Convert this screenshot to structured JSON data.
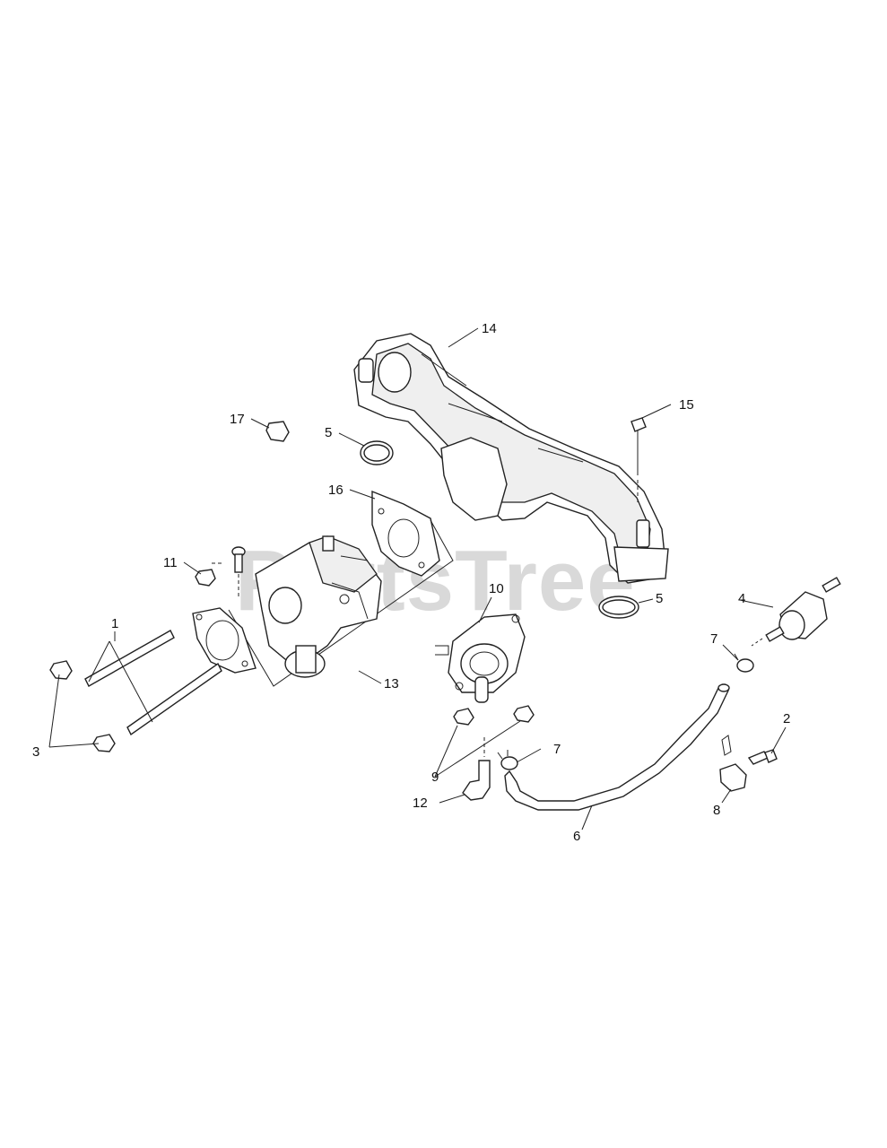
{
  "watermark": "PartsTree",
  "callouts": [
    "1",
    "2",
    "3",
    "4",
    "5",
    "5",
    "6",
    "7",
    "7",
    "8",
    "9",
    "10",
    "11",
    "12",
    "13",
    "14",
    "15",
    "16",
    "17"
  ],
  "parts": {
    "intake_manifold": "manifold-part",
    "carburetor": "carburetor-part",
    "fuel_pump": "fuel-pump-part",
    "fuel_filter": "fuel-filter-part",
    "fuel_line": "fuel-line-part"
  }
}
